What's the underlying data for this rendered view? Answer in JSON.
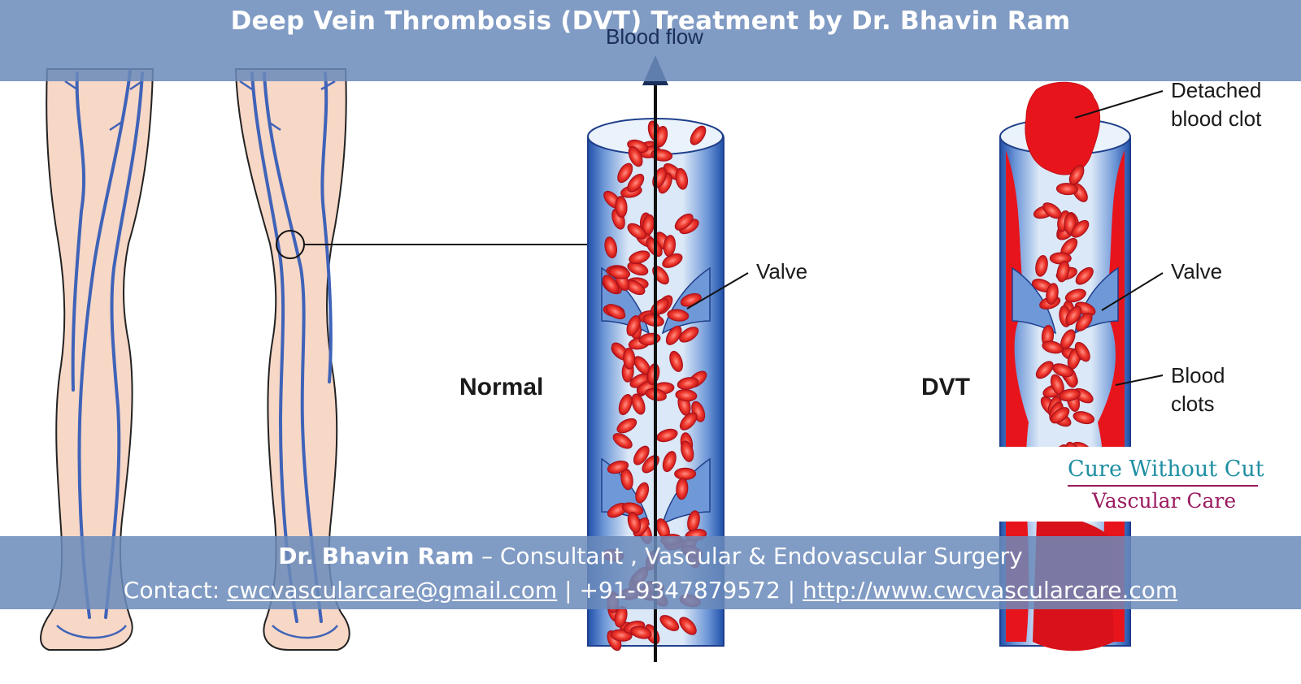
{
  "title": "Deep Vein Thrombosis (DVT) Treatment by Dr. Bhavin Ram",
  "labels": {
    "blood_flow": "Blood flow",
    "normal": "Normal",
    "dvt": "DVT",
    "valve_normal": "Valve",
    "valve_dvt": "Valve",
    "detached_line1": "Detached",
    "detached_line2": "blood clot",
    "clots_line1": "Blood",
    "clots_line2": "clots"
  },
  "logo": {
    "line1": "Cure Without Cut",
    "line2": "Vascular Care"
  },
  "footer": {
    "doctor_name": "Dr. Bhavin Ram",
    "doctor_role": " – Consultant , Vascular & Endovascular Surgery",
    "contact_prefix": "Contact: ",
    "email": "cwcvascularcare@gmail.com",
    "separator": " | ",
    "phone": "+91-9347879572",
    "website": "http://www.cwcvascularcare.com"
  },
  "colors": {
    "banner": "#6b8aba",
    "vein_blue": "#3f63b8",
    "skin": "#f7d7c6",
    "blood_red": "#e8141c",
    "vessel_light": "#cfe0f5"
  }
}
